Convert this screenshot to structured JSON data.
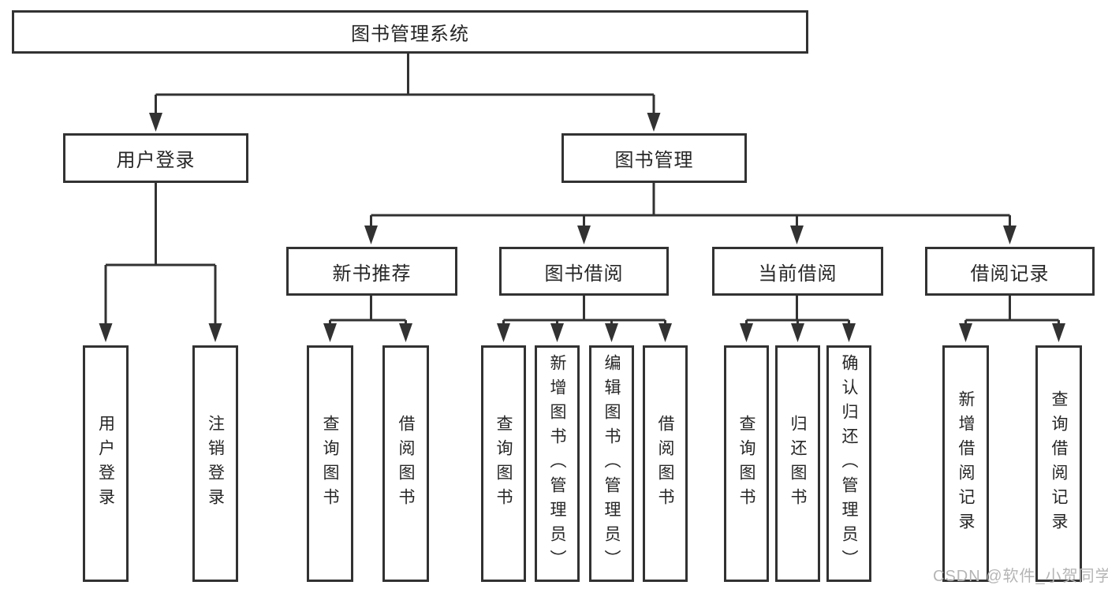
{
  "diagram": {
    "root": "图书管理系统",
    "branches": {
      "user_login": "用户登录",
      "book_mgmt": "图书管理"
    },
    "modules": {
      "new_book_rec": "新书推荐",
      "book_borrow": "图书借阅",
      "current_borrow": "当前借阅",
      "borrow_record": "借阅记录"
    },
    "leaves": {
      "ul_login": "用户登录",
      "ul_logout": "注销登录",
      "nbr_query": "查询图书",
      "nbr_borrow": "借阅图书",
      "bb_query": "查询图书",
      "bb_add": "新增图书（管理员）",
      "bb_edit": "编辑图书（管理员）",
      "bb_borrow": "借阅图书",
      "cb_query": "查询图书",
      "cb_return": "归还图书",
      "cb_confirm": "确认归还（管理员）",
      "br_add": "新增借阅记录",
      "br_query": "查询借阅记录"
    }
  },
  "watermark": "CSDN @软件_小贺同学",
  "colors": {
    "line": "#323232",
    "box_border": "#323232",
    "box_background": "#ffffff",
    "text": "#262626",
    "watermark": "#b5b5b5",
    "page_background": "#ffffff"
  }
}
